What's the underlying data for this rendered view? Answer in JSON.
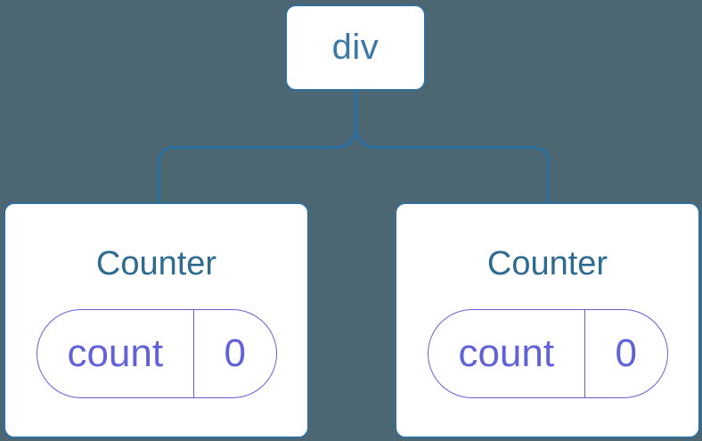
{
  "diagram": {
    "root": {
      "label": "div"
    },
    "children": [
      {
        "title": "Counter",
        "state": {
          "key": "count",
          "value": "0"
        }
      },
      {
        "title": "Counter",
        "state": {
          "key": "count",
          "value": "0"
        }
      }
    ]
  },
  "colors": {
    "background": "#4C6672",
    "node_border": "#2E6F9E",
    "root_label": "#3979A8",
    "component_title": "#2E6B90",
    "state_accent": "#6262D8",
    "card_background": "#FFFFFF"
  }
}
